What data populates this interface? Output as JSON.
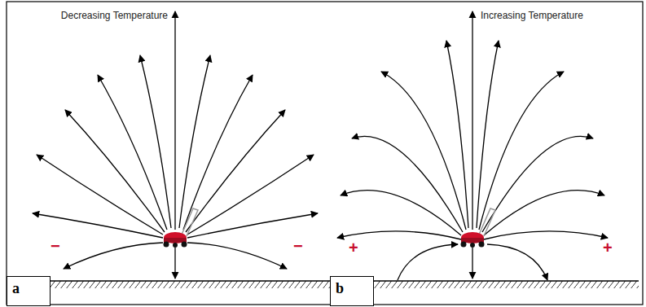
{
  "diagram": {
    "nodes": [
      {
        "text": [
          "a"
        ]
      },
      {
        "text": [
          "b"
        ]
      }
    ],
    "labels": [
      "Decreasing Temperature",
      "Increasing Temperature",
      "−",
      "−",
      "+",
      "+"
    ]
  }
}
